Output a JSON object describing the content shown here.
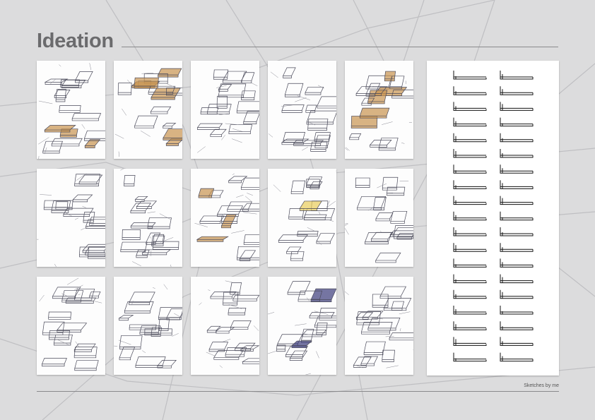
{
  "page": {
    "title": "Ideation",
    "caption": "Sketches by me"
  },
  "colors": {
    "background": "#dcdcdd",
    "title": "#6b6b6d",
    "rule": "#8a8a8c",
    "sketch_ink": "#4a4a5a",
    "sketch_accent_wood": "#c8934e",
    "sketch_accent_yellow": "#e8cc5a"
  },
  "sketch_sheets": [
    {
      "id": "sheet-r1-c1",
      "style": "wood"
    },
    {
      "id": "sheet-r1-c2",
      "style": "wood"
    },
    {
      "id": "sheet-r1-c3",
      "style": "ink"
    },
    {
      "id": "sheet-r1-c4",
      "style": "ink"
    },
    {
      "id": "sheet-r1-c5",
      "style": "wood"
    },
    {
      "id": "sheet-r2-c1",
      "style": "ink"
    },
    {
      "id": "sheet-r2-c2",
      "style": "ink"
    },
    {
      "id": "sheet-r2-c3",
      "style": "wood"
    },
    {
      "id": "sheet-r2-c4",
      "style": "yellow"
    },
    {
      "id": "sheet-r2-c5",
      "style": "ink"
    },
    {
      "id": "sheet-r3-c1",
      "style": "ink"
    },
    {
      "id": "sheet-r3-c2",
      "style": "ink"
    },
    {
      "id": "sheet-r3-c3",
      "style": "ink"
    },
    {
      "id": "sheet-r3-c4",
      "style": "blue"
    },
    {
      "id": "sheet-r3-c5",
      "style": "ink"
    }
  ],
  "profile_strip": {
    "columns": 2,
    "rows": 19
  }
}
